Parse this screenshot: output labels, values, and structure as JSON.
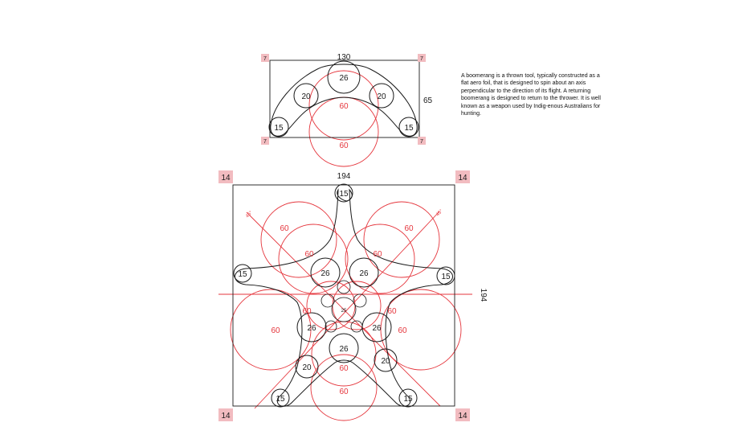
{
  "description": "A boomerang is a thrown tool, typically constructed as a flat aero foil, that is designed to spin about an axis perpendicular to the direction of its flight. A returning boomerang is designed to return to the thrower. It is well known as a weapon used by Indig-enous Australians for hunting.",
  "colors": {
    "outline": "#1a1a1a",
    "construction": "#e5363d",
    "corner_tag": "#f2bcc0"
  },
  "top_figure": {
    "width_label": "130",
    "height_label": "65",
    "corner_tags": [
      "7",
      "7",
      "7",
      "7"
    ],
    "circles": {
      "center_top": "26",
      "upper_left": "20",
      "upper_right": "20",
      "bottom_left": "15",
      "bottom_right": "15"
    },
    "construction_circles": {
      "upper": "60",
      "lower": "60"
    }
  },
  "bottom_figure": {
    "width_label": "194",
    "height_label": "194",
    "corner_tags": [
      "14",
      "14",
      "14",
      "14"
    ],
    "angle_left": "45°",
    "angle_right": "45°",
    "center_circle": "25",
    "black_circles": {
      "tip_top": "15",
      "tip_left": "15",
      "tip_right": "15",
      "tip_bottom_left": "15",
      "tip_bottom_right": "15",
      "upper_left": "26",
      "upper_right": "26",
      "mid_left": "26",
      "mid_right": "26",
      "lower_center": "26",
      "lower_left": "20",
      "lower_right": "20"
    },
    "red_circles": {
      "outer_upper_left": "60",
      "outer_upper_right": "60",
      "inner_upper_left": "60",
      "inner_upper_right": "60",
      "inner_mid_left": "60",
      "inner_mid_right": "60",
      "outer_left": "60",
      "outer_right": "60",
      "lower_inner": "60",
      "bottom": "60"
    }
  }
}
